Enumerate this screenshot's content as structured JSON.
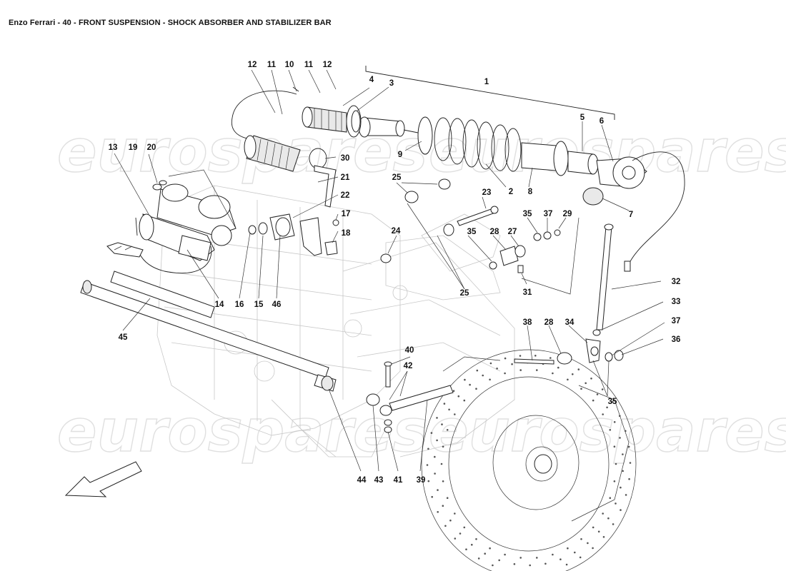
{
  "title": "Enzo Ferrari - 40 - FRONT SUSPENSION - SHOCK ABSORBER AND STABILIZER BAR",
  "watermark": "eurospares",
  "callouts": {
    "c1": "1",
    "c2": "2",
    "c3": "3",
    "c4": "4",
    "c5": "5",
    "c6": "6",
    "c7": "7",
    "c8": "8",
    "c9": "9",
    "c10": "10",
    "c11a": "11",
    "c11b": "11",
    "c12a": "12",
    "c12b": "12",
    "c13": "13",
    "c14": "14",
    "c15": "15",
    "c16": "16",
    "c17": "17",
    "c18": "18",
    "c19": "19",
    "c20": "20",
    "c21": "21",
    "c22": "22",
    "c23": "23",
    "c24": "24",
    "c25a": "25",
    "c25b": "25",
    "c27": "27",
    "c28a": "28",
    "c28b": "28",
    "c29": "29",
    "c30": "30",
    "c31": "31",
    "c32": "32",
    "c33": "33",
    "c34": "34",
    "c35a": "35",
    "c35b": "35",
    "c35c": "35",
    "c36": "36",
    "c37a": "37",
    "c37b": "37",
    "c38": "38",
    "c39": "39",
    "c40": "40",
    "c41": "41",
    "c42": "42",
    "c43": "43",
    "c44": "44",
    "c45": "45",
    "c46": "46"
  },
  "colors": {
    "line": "#222222",
    "watermark": "#e0e0e0",
    "text": "#111111"
  }
}
